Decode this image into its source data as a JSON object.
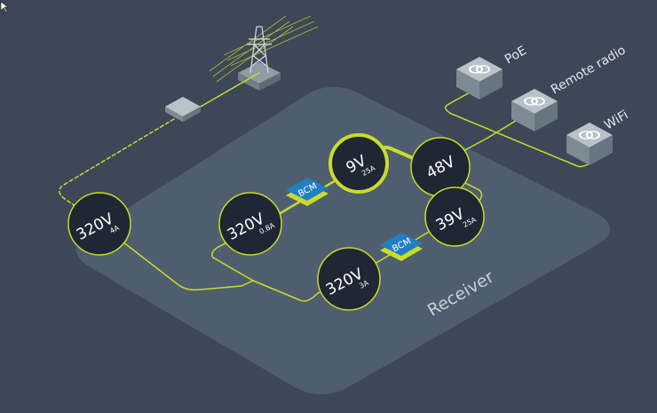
{
  "colors": {
    "background": "#3c4757",
    "receiver_plate": "#4f5e6e",
    "line": "#c9dc2c",
    "node_fill": "#1e2733",
    "bcm_fill": "#1f7fc2",
    "box_top": "#a9b6bd",
    "box_side": "#6f7e87"
  },
  "receiver_label": "Receiver",
  "source_node": {
    "voltage": "320V",
    "current": "4A"
  },
  "nodes": [
    {
      "id": "n320a",
      "voltage": "320V",
      "current": "0.8A"
    },
    {
      "id": "n9v",
      "voltage": "9V",
      "current": "25A"
    },
    {
      "id": "n48v",
      "voltage": "48V",
      "current": ""
    },
    {
      "id": "n39v",
      "voltage": "39V",
      "current": "25A"
    },
    {
      "id": "n320b",
      "voltage": "320V",
      "current": "3A"
    }
  ],
  "bcm_label": "BCM",
  "devices": [
    {
      "id": "poe",
      "label": "PoE",
      "icon": "transceiver-icon"
    },
    {
      "id": "remote",
      "label": "Remote radio",
      "icon": "transceiver-icon"
    },
    {
      "id": "wifi",
      "label": "WiFi",
      "icon": "transceiver-icon"
    }
  ],
  "icons": {
    "tower": "transmission-tower-icon",
    "box": "power-converter-box-icon"
  }
}
